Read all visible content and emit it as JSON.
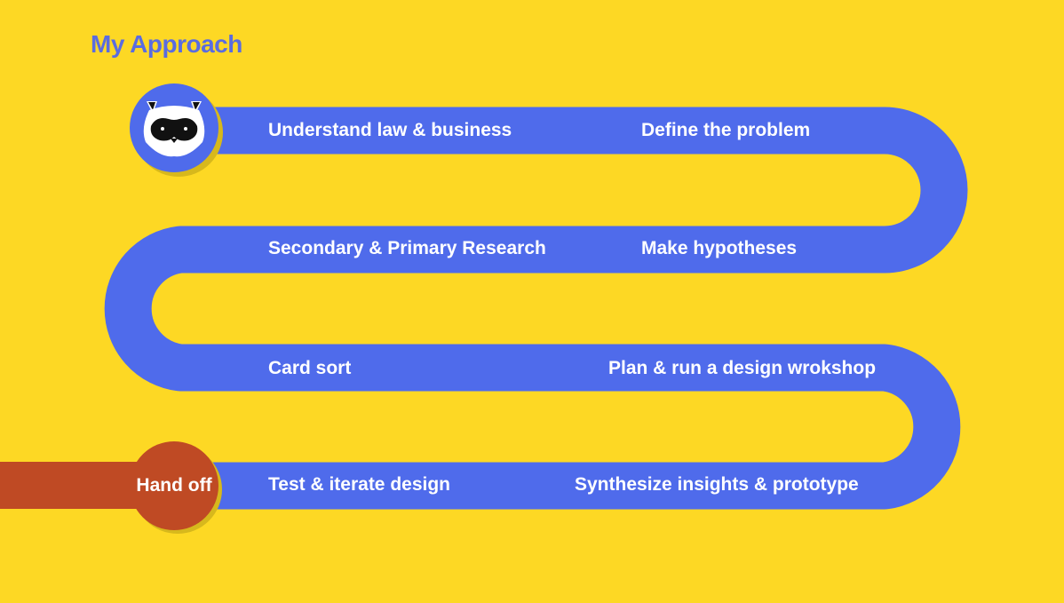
{
  "title": "My Approach",
  "steps": [
    "Understand law & business",
    "Define the problem",
    "Secondary & Primary Research",
    "Make hypotheses",
    "Card sort",
    "Plan & run a design wrokshop",
    "Test & iterate design",
    "Synthesize insights & prototype"
  ],
  "handoff": "Hand off",
  "colors": {
    "background": "#FDD824",
    "road": "#4F6BEB",
    "handoff": "#BF4A24",
    "title": "#5A6CE0"
  },
  "icons": {
    "avatar": "raccoon-icon"
  }
}
